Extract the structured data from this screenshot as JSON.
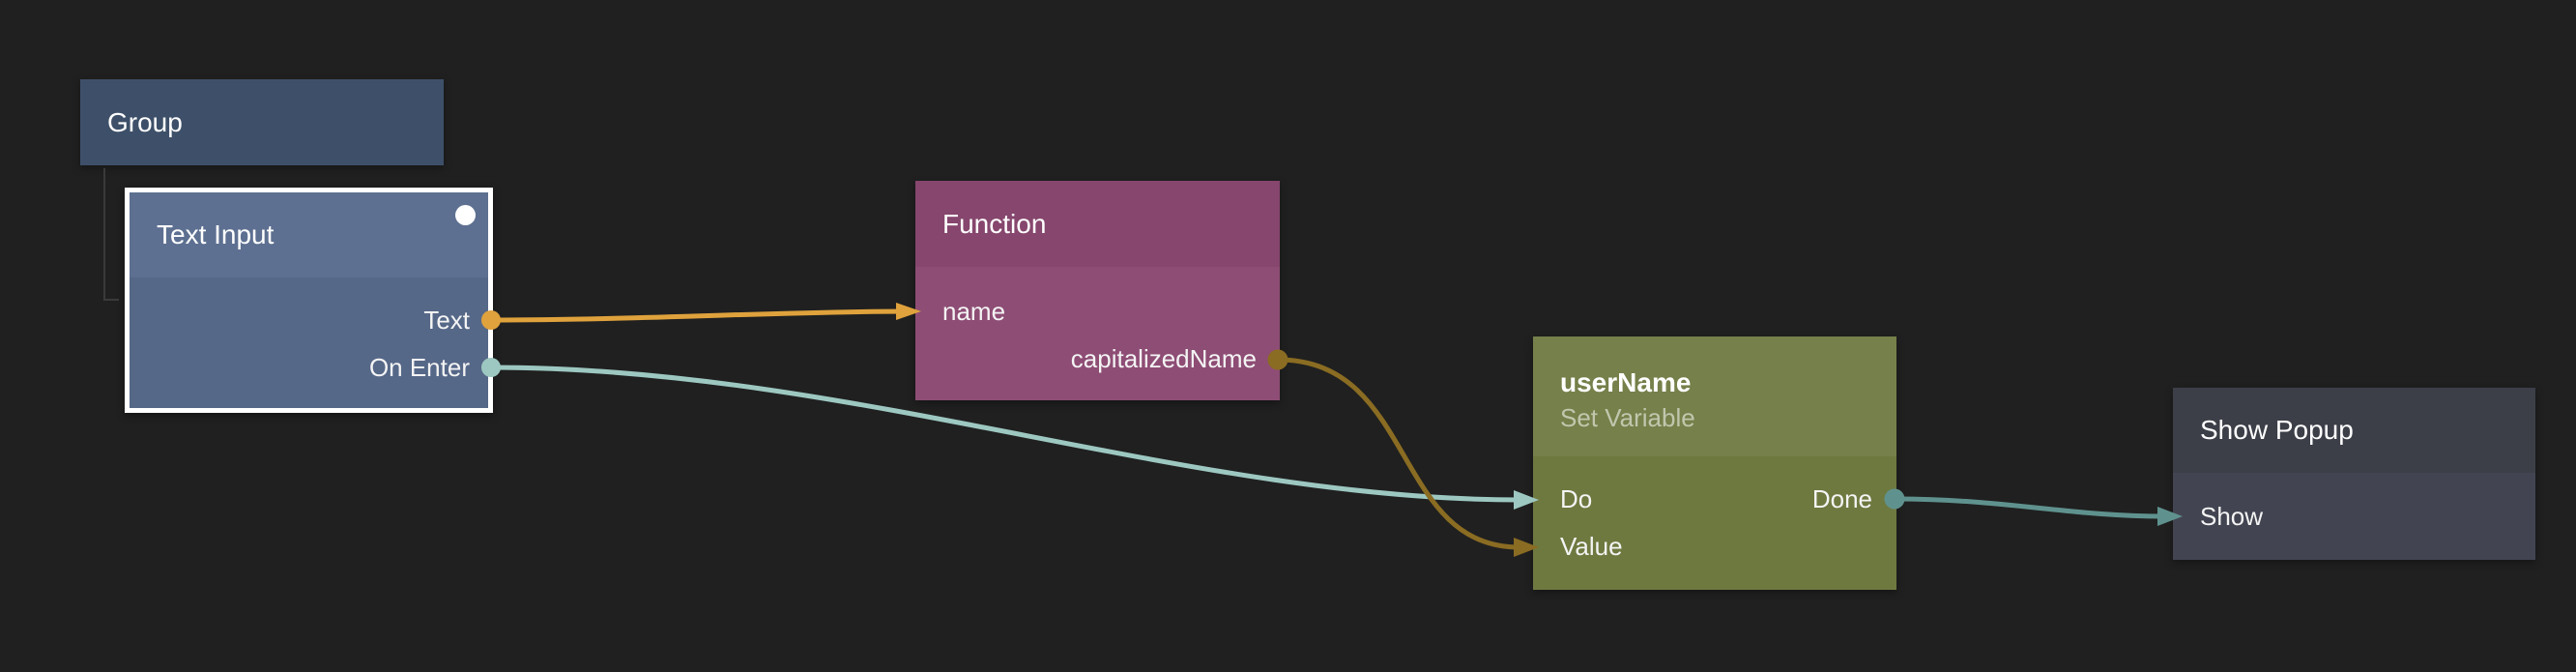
{
  "canvas": {
    "background": "#202020",
    "hierarchy_line_color": "#3a3a3a"
  },
  "nodes": {
    "group": {
      "title": "Group",
      "color": "#3e5069"
    },
    "text_input": {
      "title": "Text Input",
      "selected": true,
      "selection_border_color": "#ffffff",
      "header_color": "#5d7091",
      "body_color": "#566888",
      "outputs": [
        {
          "label": "Text",
          "color": "#dfa23c"
        },
        {
          "label": "On Enter",
          "color": "#9dc8c1"
        }
      ]
    },
    "function": {
      "title": "Function",
      "header_color": "#86466d",
      "body_color": "#8e4d75",
      "inputs": [
        {
          "label": "name",
          "color": "#dfa23c"
        }
      ],
      "outputs": [
        {
          "label": "capitalizedName",
          "color": "#8a6c22"
        }
      ]
    },
    "set_variable": {
      "title": "userName",
      "subtitle": "Set Variable",
      "header_color": "#75804a",
      "body_color": "#6e7940",
      "inputs": [
        {
          "label": "Do",
          "color": "#9dc8c1"
        },
        {
          "label": "Value",
          "color": "#8a6c22"
        }
      ],
      "outputs": [
        {
          "label": "Done",
          "color": "#5f928e"
        }
      ]
    },
    "show_popup": {
      "title": "Show Popup",
      "header_color": "#3c3f48",
      "body_color": "#424551",
      "inputs": [
        {
          "label": "Show",
          "color": "#5f928e"
        }
      ]
    }
  },
  "connections": [
    {
      "from": "Text Input.Text",
      "to": "Function.name",
      "color": "#dfa23c"
    },
    {
      "from": "Text Input.On Enter",
      "to": "userName.Do",
      "color": "#9dc8c1"
    },
    {
      "from": "Function.capitalizedName",
      "to": "userName.Value",
      "color": "#8a6c22"
    },
    {
      "from": "userName.Done",
      "to": "Show Popup.Show",
      "color": "#5f928e"
    }
  ]
}
